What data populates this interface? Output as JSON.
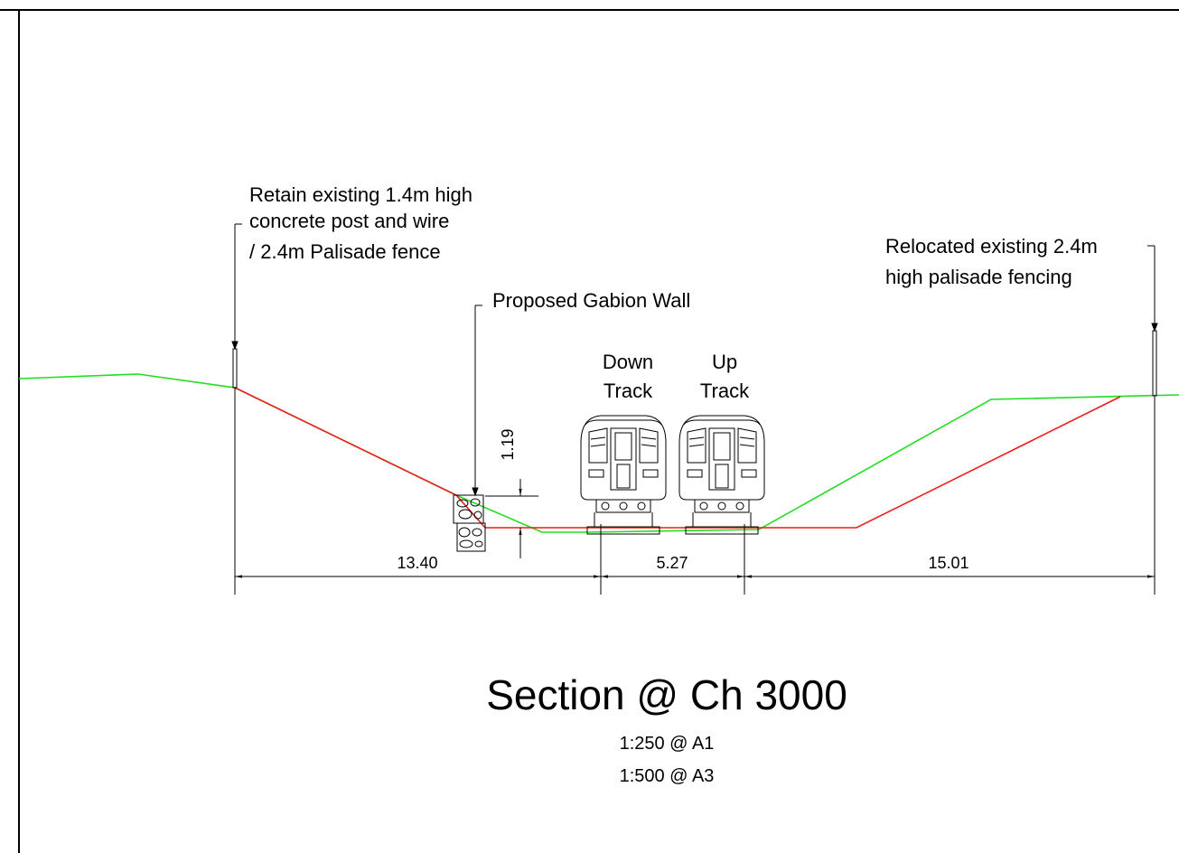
{
  "notes": {
    "fence_left": [
      "Retain existing 1.4m high",
      "concrete post and wire",
      "/ 2.4m Palisade fence"
    ],
    "gabion": "Proposed Gabion Wall",
    "fence_right": [
      "Relocated existing 2.4m",
      "high palisade fencing"
    ]
  },
  "tracks": {
    "down": [
      "Down",
      "Track"
    ],
    "up": [
      "Up",
      "Track"
    ]
  },
  "dimensions": {
    "left_width": "13.40",
    "track_centres": "5.27",
    "right_width": "15.01",
    "gabion_height": "1.19"
  },
  "title": {
    "main": "Section @ Ch 3000",
    "scale_a1": "1:250 @ A1",
    "scale_a3": "1:500 @ A3"
  },
  "colors": {
    "existing_ground": "#22dd22",
    "proposed_ground": "#ee1c1c",
    "linework": "#000000"
  }
}
